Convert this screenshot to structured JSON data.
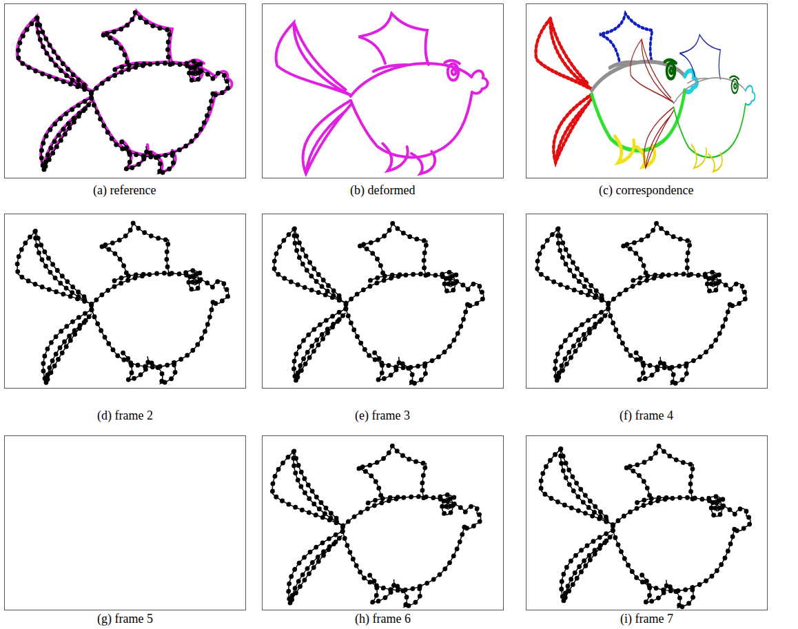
{
  "diagram": {
    "labels": [
      "(a) reference",
      "(b) deformed",
      "(c) correspondence",
      "(d) frame 2",
      "(e) frame 3",
      "(f) frame 4",
      "(g) frame 5",
      "(h) frame 6",
      "(i) frame 7"
    ]
  }
}
